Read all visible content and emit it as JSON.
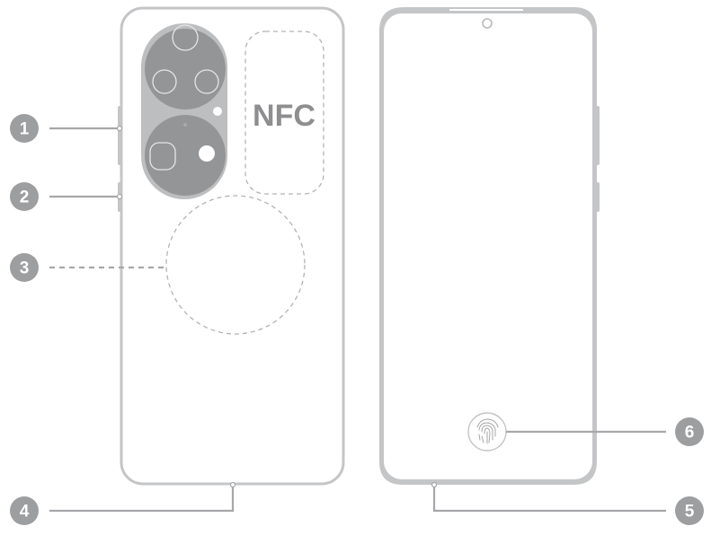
{
  "diagram": {
    "title": "Phone overview - back and front views",
    "colors": {
      "outline": "#c4c5c7",
      "callout_badge": "#9d9ea0",
      "leader_line": "#a6a7a9",
      "camera_module": "#bdbec0",
      "camera_lens_group": "#949597",
      "flash": "#ffffff",
      "dashed": "#b2b3b5",
      "nfc_text": "#8e8e90"
    },
    "back_view": {
      "nfc_label": "NFC"
    },
    "callouts": [
      {
        "number": "1",
        "target": "volume-button"
      },
      {
        "number": "2",
        "target": "power-button"
      },
      {
        "number": "3",
        "target": "wireless-charging-area"
      },
      {
        "number": "4",
        "target": "bottom-port"
      },
      {
        "number": "5",
        "target": "bottom-port-front"
      },
      {
        "number": "6",
        "target": "in-screen-fingerprint-sensor"
      }
    ]
  }
}
